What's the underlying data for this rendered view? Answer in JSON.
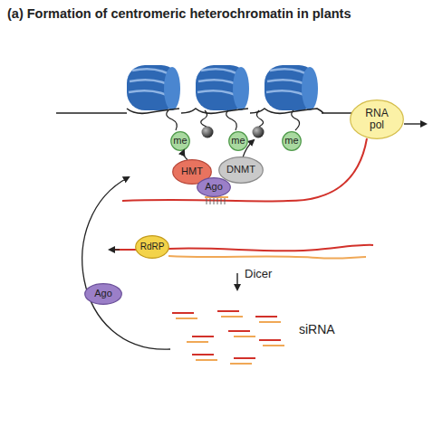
{
  "diagram": {
    "title": "(a) Formation of centromeric heterochromatin in plants",
    "nodes": [
      {
        "text": [
          "me"
        ]
      },
      {
        "text": [
          "me"
        ]
      },
      {
        "text": [
          "me"
        ]
      },
      {
        "text": [
          "HMT"
        ]
      },
      {
        "text": [
          "DNMT"
        ]
      },
      {
        "text": [
          "Ago"
        ]
      },
      {
        "text": [
          "RNA pol"
        ]
      },
      {
        "text": [
          "RdRP"
        ]
      },
      {
        "text": [
          "Ago"
        ]
      }
    ],
    "edges": [
      {
        "from": 3,
        "to": 0,
        "arrow": "to"
      }
    ],
    "labels": [
      "Dicer",
      "siRNA"
    ]
  }
}
